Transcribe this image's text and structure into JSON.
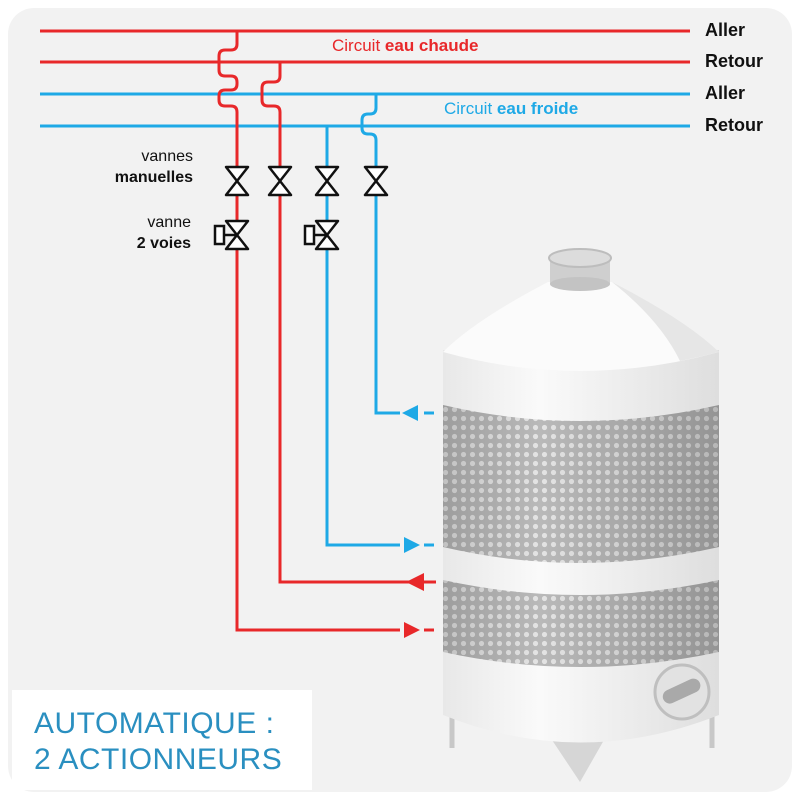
{
  "colors": {
    "hot": "#e8282a",
    "cold": "#1ea9e6",
    "background": "#f2f2f2",
    "caption_text": "#2a8fc0",
    "tank_body": "#f5f5f5",
    "tank_outline": "#cfcfcf",
    "jacket": "#b8b8b8"
  },
  "pipes": {
    "hot_supply": "Aller",
    "hot_return": "Retour",
    "cold_supply": "Aller",
    "cold_return": "Retour"
  },
  "circuits": {
    "hot": {
      "prefix": "Circuit",
      "name": "eau chaude"
    },
    "cold": {
      "prefix": "Circuit",
      "name": "eau froide"
    }
  },
  "valves": {
    "manual_line1": "vannes",
    "manual_line2": "manuelles",
    "two_way_line1": "vanne",
    "two_way_line2": "2 voies"
  },
  "caption": {
    "line1": "AUTOMATIQUE :",
    "line2": "2 ACTIONNEURS"
  }
}
